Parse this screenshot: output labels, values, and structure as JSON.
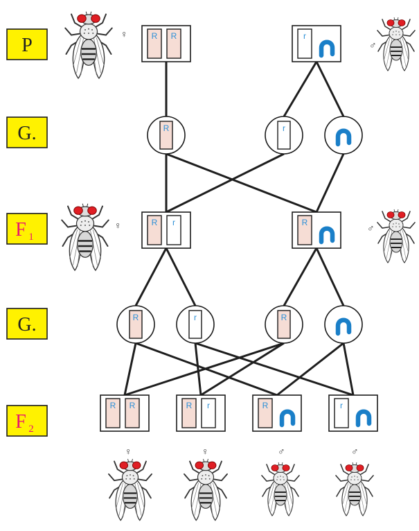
{
  "generations": [
    {
      "id": "P",
      "main": "P",
      "sub": ""
    },
    {
      "id": "G1",
      "main": "G.",
      "sub": ""
    },
    {
      "id": "F1",
      "main": "F",
      "sub": "1"
    },
    {
      "id": "G2",
      "main": "G.",
      "sub": ""
    },
    {
      "id": "F2",
      "main": "F",
      "sub": "2"
    }
  ],
  "allele_dominant": "R",
  "allele_recessive": "r",
  "sex_female": "♀",
  "sex_male": "♂",
  "colors": {
    "label_bg": "#FFF200",
    "label_main": "#222222",
    "label_sub": "#E8156E",
    "chromosome_fill": "#F6DDD5",
    "allele_text": "#2B8FD6",
    "y_chrom": "#1A7FC8",
    "line": "#1E1E1E",
    "fly_eye": "#E01E24"
  },
  "icons": [
    "fruit-fly-icon",
    "y-chromosome-icon",
    "x-chromosome-icon",
    "female-symbol-icon",
    "male-symbol-icon"
  ]
}
